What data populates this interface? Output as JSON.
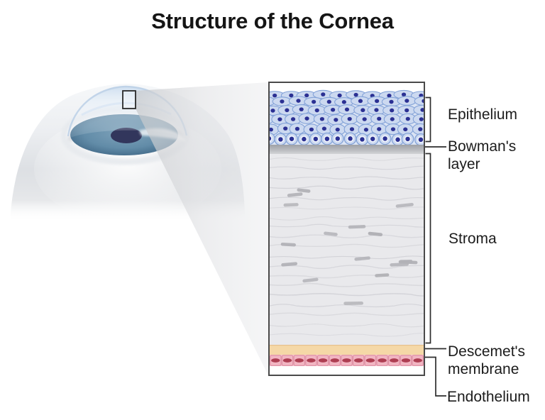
{
  "title": "Structure of the Cornea",
  "diagram": {
    "labels": [
      {
        "id": "epithelium",
        "text": "Epithelium"
      },
      {
        "id": "bowmans-layer",
        "text": "Bowman's layer"
      },
      {
        "id": "stroma",
        "text": "Stroma"
      },
      {
        "id": "descemets-membrane",
        "text": "Descemet's membrane"
      },
      {
        "id": "endothelium",
        "text": "Endothelium"
      }
    ],
    "colors": {
      "epithelium_cell": "#ccd9f0",
      "epithelium_cell_border": "#84a3d8",
      "epithelium_nucleus": "#2b3093",
      "bowmans_layer": "#aaacb0",
      "stroma": "#e9e9ec",
      "stroma_fiber": "#d2d2d7",
      "keratocyte": "#b2b2b7",
      "descemets_membrane": "#f5d8a7",
      "endothelium_base": "#f6c3cf",
      "endothelium_cell": "#f2b6c3",
      "endothelium_cell_border": "#de8fa3",
      "endothelium_nucleus": "#ae3e52",
      "iris": "#5d86a4",
      "pupil": "#32365c"
    }
  }
}
